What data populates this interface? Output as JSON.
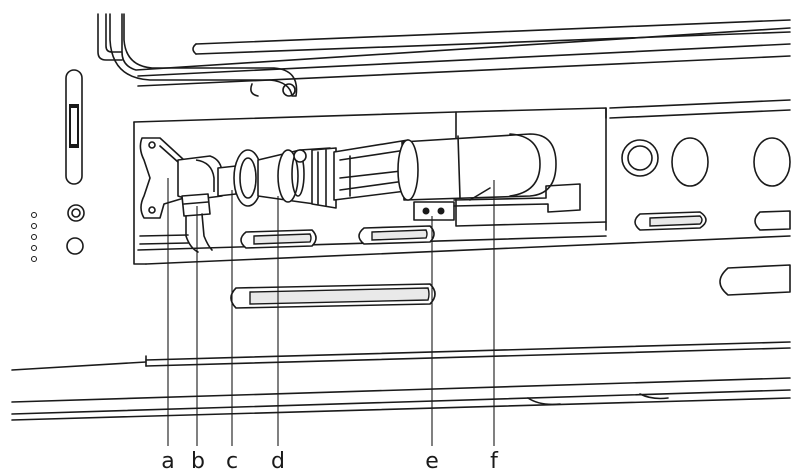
{
  "callouts": [
    {
      "id": "a",
      "label": "a"
    },
    {
      "id": "b",
      "label": "b"
    },
    {
      "id": "c",
      "label": "c"
    },
    {
      "id": "d",
      "label": "d"
    },
    {
      "id": "e",
      "label": "e"
    },
    {
      "id": "f",
      "label": "f"
    }
  ],
  "colors": {
    "line": "#1a1a1a",
    "background": "#ffffff",
    "shade": "#e9e9e9"
  }
}
